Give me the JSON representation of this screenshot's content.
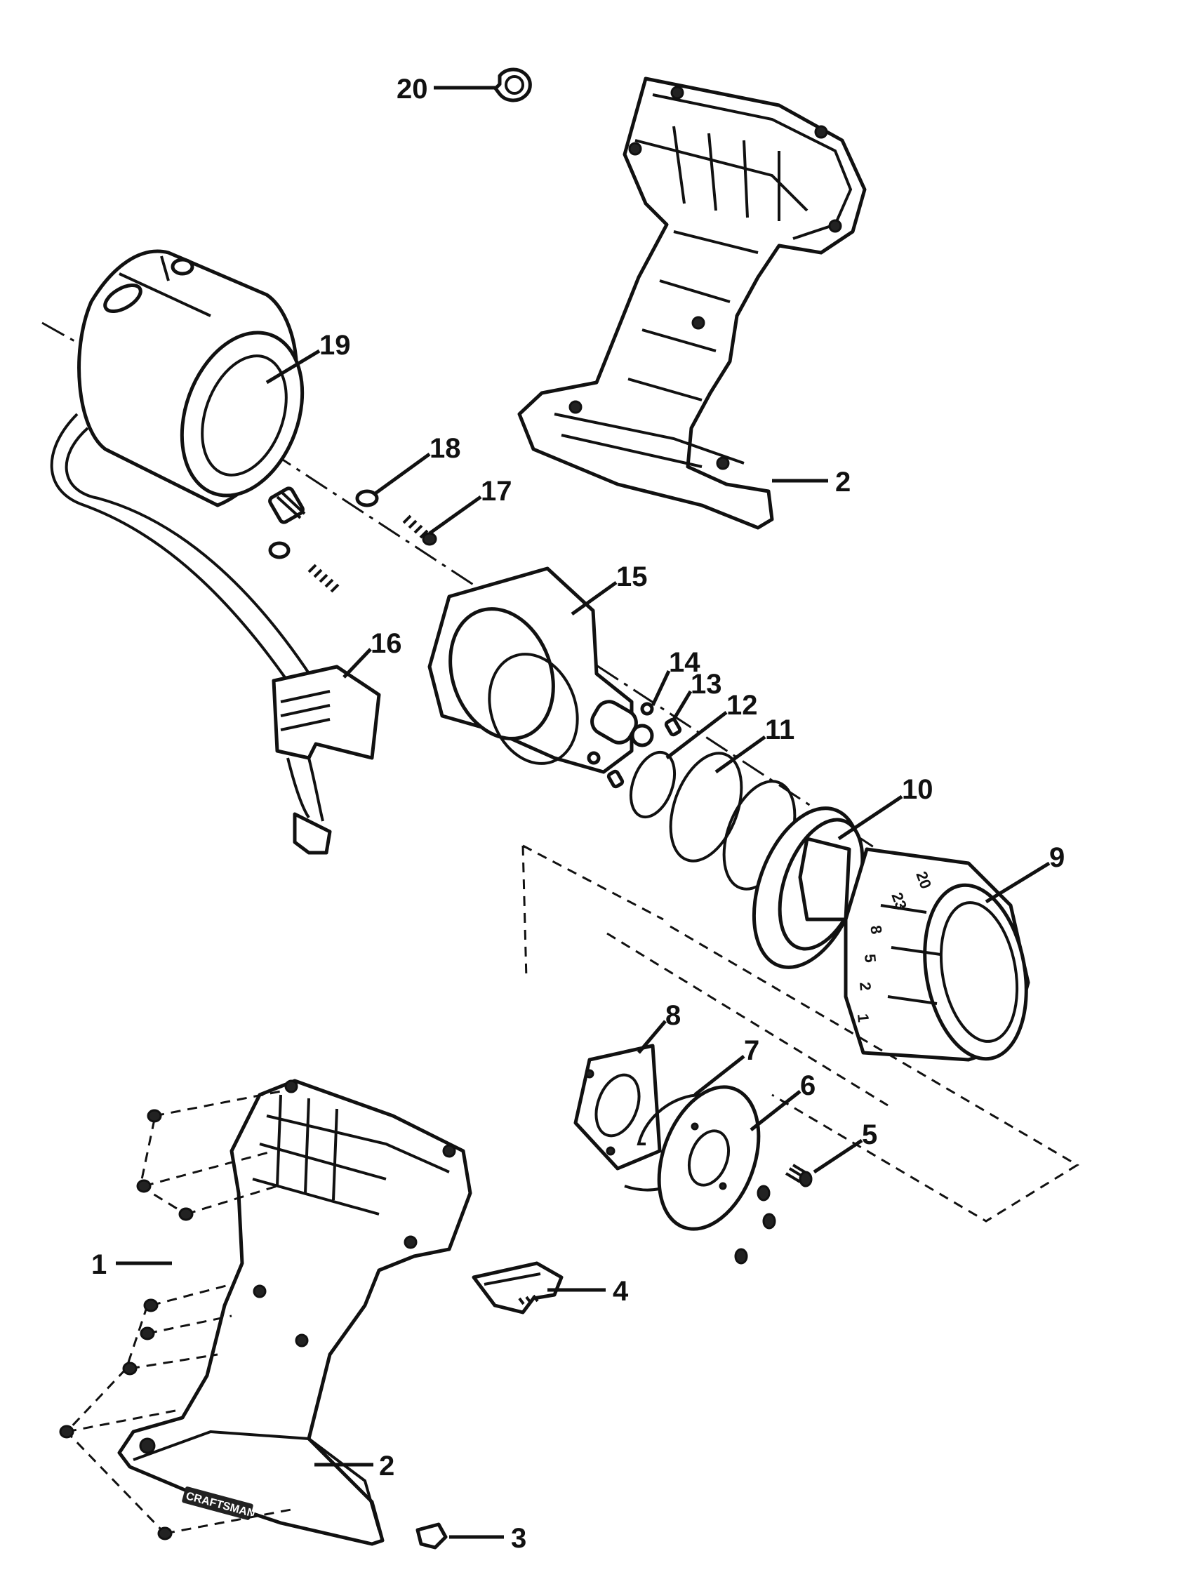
{
  "diagram": {
    "callouts": [
      {
        "id": "20",
        "label": "20"
      },
      {
        "id": "19",
        "label": "19"
      },
      {
        "id": "18",
        "label": "18"
      },
      {
        "id": "17",
        "label": "17"
      },
      {
        "id": "16",
        "label": "16"
      },
      {
        "id": "15",
        "label": "15"
      },
      {
        "id": "14",
        "label": "14"
      },
      {
        "id": "13",
        "label": "13"
      },
      {
        "id": "12",
        "label": "12"
      },
      {
        "id": "11",
        "label": "11"
      },
      {
        "id": "10",
        "label": "10"
      },
      {
        "id": "9",
        "label": "9"
      },
      {
        "id": "8",
        "label": "8"
      },
      {
        "id": "7",
        "label": "7"
      },
      {
        "id": "6",
        "label": "6"
      },
      {
        "id": "5",
        "label": "5"
      },
      {
        "id": "4",
        "label": "4"
      },
      {
        "id": "3",
        "label": "3"
      },
      {
        "id": "2a",
        "label": "2"
      },
      {
        "id": "2b",
        "label": "2"
      },
      {
        "id": "1",
        "label": "1"
      }
    ],
    "dial_numbers": [
      "20",
      "23",
      "8",
      "5",
      "2",
      "1"
    ],
    "brand": "CRAFTSMAN"
  }
}
